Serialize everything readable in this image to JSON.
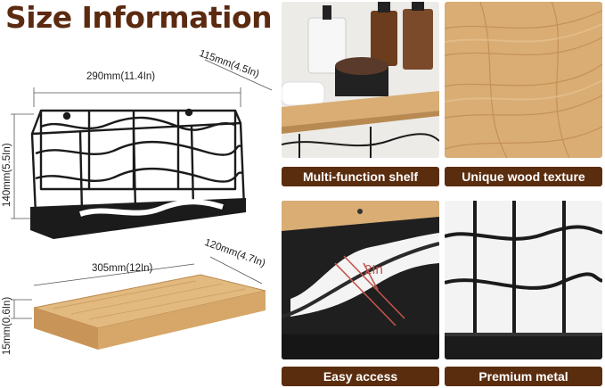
{
  "title": "Size Information",
  "basket": {
    "length": "290mm(11.4In)",
    "depth": "115mm(4.5In)",
    "height": "140mm(5.5In)"
  },
  "shelf": {
    "length": "305mm(12In)",
    "depth": "120mm(4.7In)",
    "thickness": "15mm(0.6In)"
  },
  "panels": [
    {
      "caption": "Multi-function shelf"
    },
    {
      "caption": "Unique wood texture"
    },
    {
      "caption": "Easy access",
      "annotation": "2In"
    },
    {
      "caption": "Premium metal"
    }
  ],
  "colors": {
    "brand": "#5b2d0f",
    "wood": "#d9ad74",
    "metal": "#1b1b1b"
  }
}
